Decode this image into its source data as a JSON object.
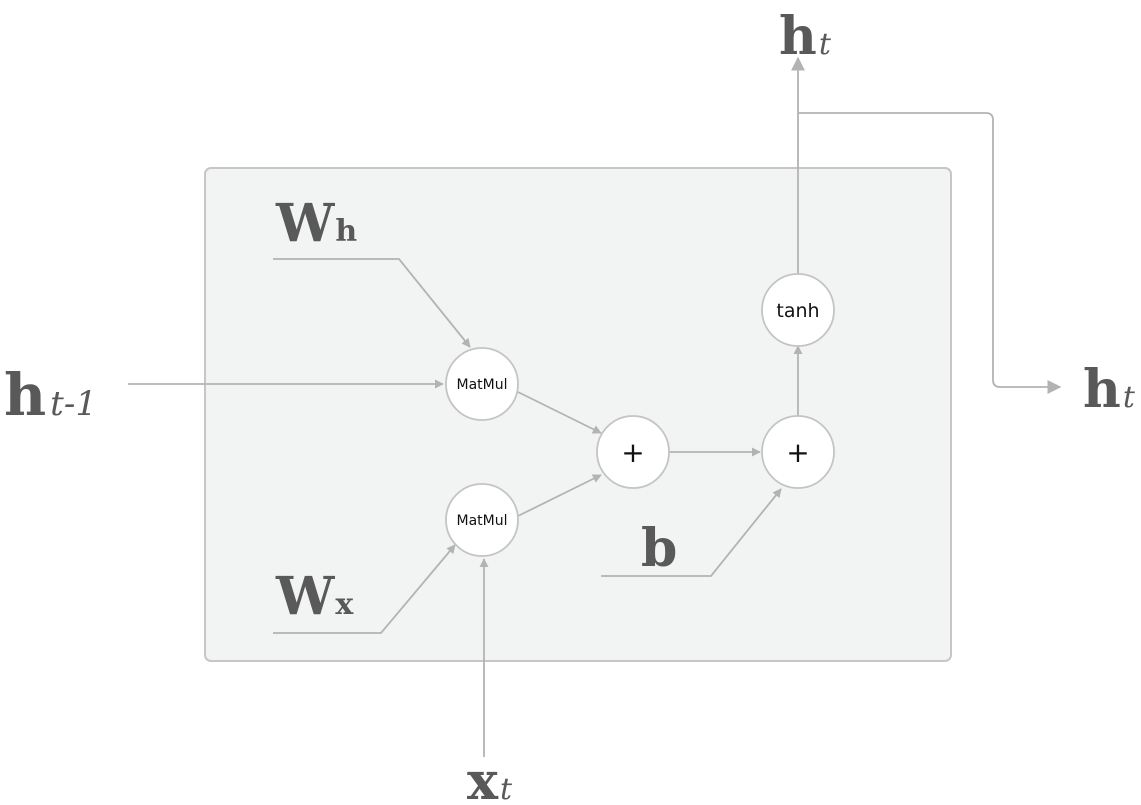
{
  "nodes": {
    "matmul_h": "MatMul",
    "matmul_x": "MatMul",
    "add_1": "+",
    "add_2": "+",
    "tanh": "tanh"
  },
  "labels": {
    "h_prev_base": "h",
    "h_prev_sub": "t-1",
    "w_h_base": "W",
    "w_h_sub": "h",
    "w_x_base": "W",
    "w_x_sub": "x",
    "x_base": "x",
    "x_sub": "t",
    "bias": "b",
    "h_out_top_base": "h",
    "h_out_top_sub": "t",
    "h_out_right_base": "h",
    "h_out_right_sub": "t"
  },
  "colors": {
    "box_fill": "#f2f3f3",
    "wire": "#b3b3b3",
    "label": "#595959"
  }
}
